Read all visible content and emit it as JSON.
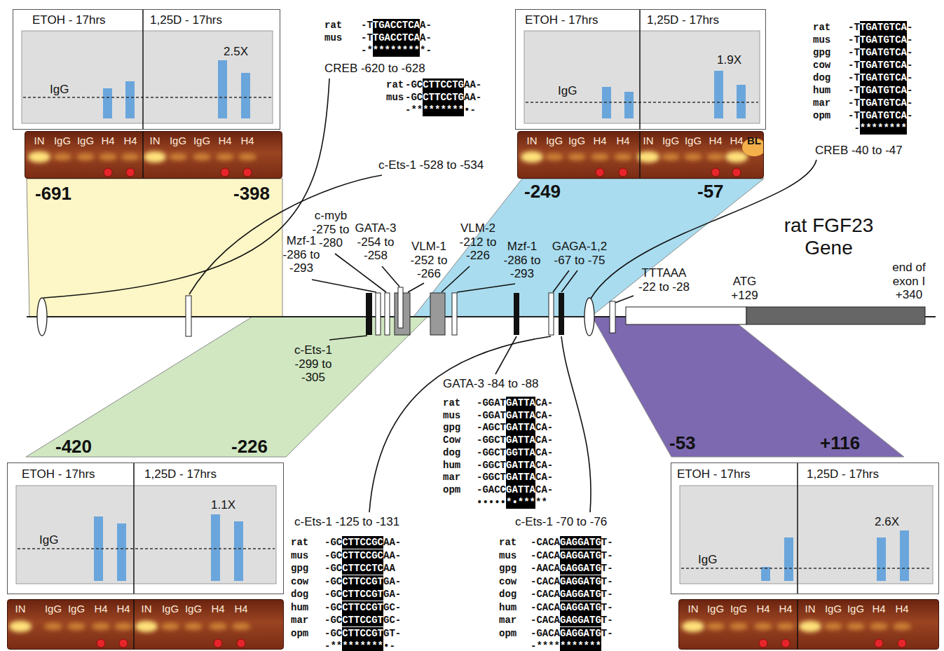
{
  "diagram": {
    "nodes": [
      {
        "text": [
          "ETOH - 17hrs",
          "1,25D - 17hrs",
          "IgG",
          "2.5X"
        ]
      },
      {
        "text": [
          "ETOH - 17hrs",
          "1,25D - 17hrs",
          "IgG",
          "1.9X"
        ]
      },
      {
        "text": [
          "IN",
          "IgG",
          "IgG",
          "H4",
          "H4",
          "IN",
          "IgG",
          "IgG",
          "H4",
          "H4"
        ]
      },
      {
        "text": [
          "IN",
          "IgG",
          "IgG",
          "H4",
          "H4",
          "IN",
          "IgG",
          "IgG",
          "H4",
          "H4",
          "BL"
        ]
      },
      {
        "text": [
          "-691",
          "-398"
        ]
      },
      {
        "text": [
          "-249",
          "-57"
        ]
      },
      {
        "text": [
          "-420",
          "-226"
        ]
      },
      {
        "text": [
          "-53",
          "+116"
        ]
      },
      {
        "text": [
          "ETOH - 17hrs",
          "1,25D - 17hrs",
          "IgG",
          "1.1X"
        ]
      },
      {
        "text": [
          "ETOH - 17hrs",
          "1,25D - 17hrs",
          "IgG",
          "2.6X"
        ]
      },
      {
        "text": [
          "IN",
          "IgG",
          "IgG",
          "H4",
          "H4",
          "IN",
          "IgG",
          "IgG",
          "H4",
          "H4"
        ]
      },
      {
        "text": [
          "IN",
          "IgG",
          "IgG",
          "H4",
          "H4",
          "IN",
          "IgG",
          "IgG",
          "H4",
          "H4"
        ]
      }
    ],
    "labels": [
      "rat",
      "-T",
      "TGACCTCA",
      "A-",
      "mus",
      "-T",
      "TGACCTCA",
      "A-",
      "-*",
      "********",
      "*-",
      "CREB -620 to -628",
      "rat",
      "-GC",
      "CTTCCTG",
      "AA-",
      "mus",
      "-GC",
      "CTTCCTG",
      "AA-",
      "-**",
      "*******",
      "•-",
      "c-Ets-1 -528 to -534",
      "rat",
      "-T",
      "TGATGTCA",
      "-",
      "mus",
      "-T",
      "TGATGTCA",
      "-",
      "gpg",
      "-T",
      "TGATGTCA",
      "-",
      "cow",
      "-T",
      "TGATGTCA",
      "-",
      "dog",
      "-T",
      "TGATGTCA",
      "-",
      "hum",
      "-T",
      "TGATGTCA",
      "-",
      "mar",
      "-T",
      "TGATGTCA",
      "-",
      "opm",
      "-T",
      "TGATGTCA",
      "-",
      "-",
      "********",
      "CREB -40 to -47",
      "c-myb -275 to -280",
      "GATA-3 -254 to -258",
      "Mzf-1 -286 to -293",
      "VLM-1 -252 to -266",
      "VLM-2 -212 to -226",
      "Mzf-1 -286 to -293",
      "GAGA-1,2 -67 to -75",
      "rat FGF23 Gene",
      "TTTAAA -22 to -28",
      "ATG +129",
      "end of exon I +340",
      "c-Ets-1 -299 to -305",
      "GATA-3 -84 to -88",
      "rat",
      "-GGAT",
      "GATTA",
      "CA-",
      "mus",
      "-GGAT",
      "GATTA",
      "CA-",
      "gpg",
      "-AGCT",
      "GATTA",
      "CA-",
      "Cow",
      "-GGCT",
      "GATTA",
      "CA-",
      "dog",
      "-GGCT",
      "GGTTA",
      "CA-",
      "hum",
      "-GGCT",
      "GATTA",
      "CA-",
      "mar",
      "-GGCT",
      "GATTA",
      "CA-",
      "opm",
      "-GACC",
      "GATTA",
      "CA-",
      "•••••",
      "*•***",
      "**",
      "c-Ets-1 -125 to -131",
      "rat",
      "-GC",
      "CTTCCGC",
      "AA-",
      "mus",
      "-GC",
      "CTTCCGC",
      "AA-",
      "gpg",
      "-GC",
      "CTTCCTC",
      "AA",
      "cow",
      "-GC",
      "CTTCCGT",
      "GA-",
      "dog",
      "-GC",
      "CTTCCGT",
      "GA-",
      "hum",
      "-GC",
      "CTTCCGT",
      "GC-",
      "mar",
      "-GC",
      "CTTCCGT",
      "GC-",
      "opm",
      "-GC",
      "CTTCCGT",
      "GT-",
      "-**",
      "*******",
      "•-",
      "c-Ets-1 -70 to -76",
      "rat",
      "-CACA",
      "GAGGATG",
      "T-",
      "mus",
      "-CACA",
      "GAGGATG",
      "T-",
      "gpg",
      "-AACA",
      "GAGGATG",
      "T-",
      "cow",
      "-CACA",
      "GAGGATG",
      "T-",
      "dog",
      "-CACA",
      "GAGGATG",
      "T-",
      "hum",
      "-CACA",
      "GAGGATG",
      "T-",
      "mar",
      "-CACA",
      "GAGGATG",
      "T-",
      "opm",
      "-GACA",
      "GAGGATG",
      "T-",
      "-****",
      "*******"
    ]
  }
}
